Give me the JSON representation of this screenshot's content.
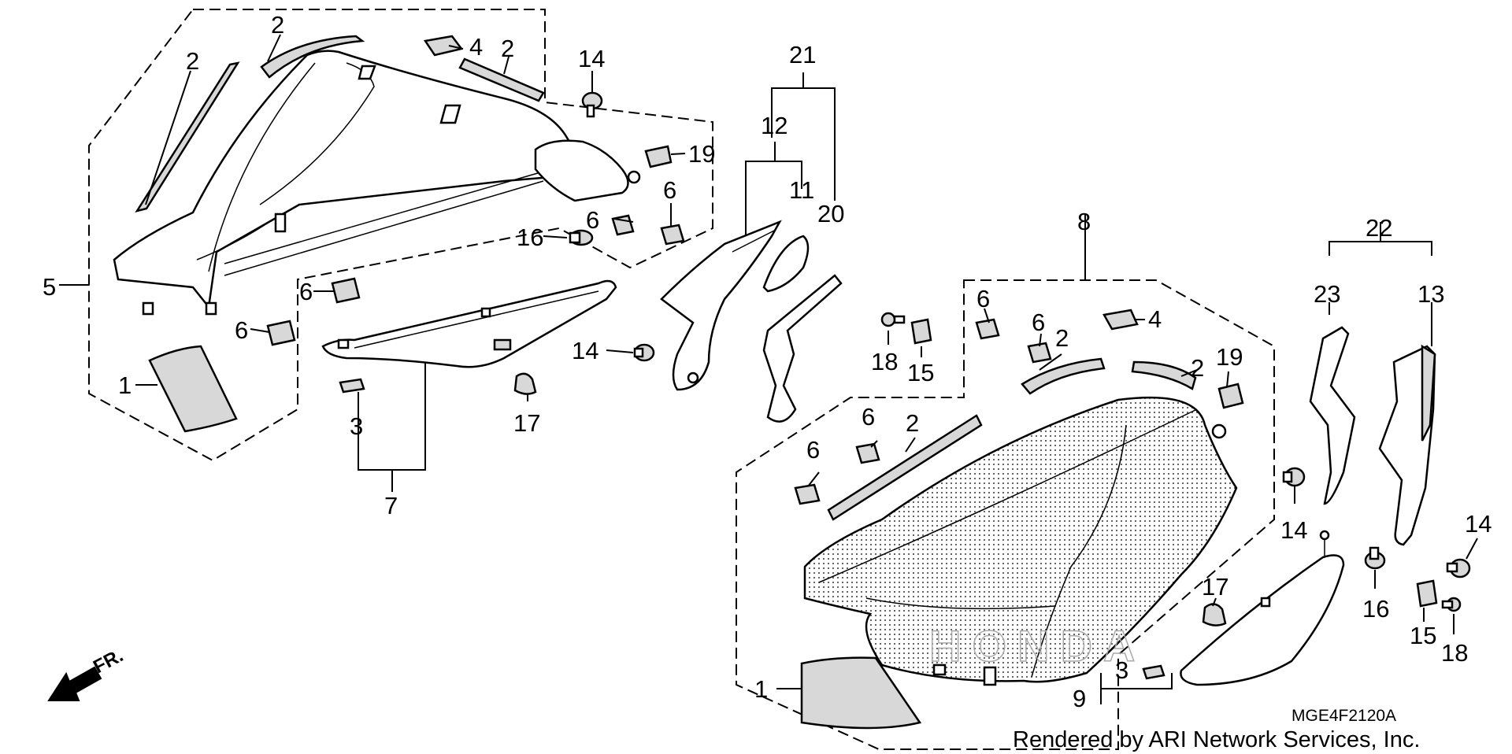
{
  "callouts": {
    "c5": "5",
    "c1a": "1",
    "c2a": "2",
    "c2b": "2",
    "c4a": "4",
    "c2c": "2",
    "c14a": "14",
    "c19a": "19",
    "c6a": "6",
    "c6b": "6",
    "c6c": "6",
    "c6d": "6",
    "c16a": "16",
    "c14b": "14",
    "c17a": "17",
    "c3a": "3",
    "c7": "7",
    "c21": "21",
    "c12": "12",
    "c11": "11",
    "c20": "20",
    "c8": "8",
    "c6e": "6",
    "c6f": "6",
    "c2d": "2",
    "c4b": "4",
    "c2e": "2",
    "c19b": "19",
    "c18a": "18",
    "c15a": "15",
    "c6g": "6",
    "c6h": "6",
    "c2f": "2",
    "c1b": "1",
    "c9": "9",
    "c3b": "3",
    "c17b": "17",
    "c22": "22",
    "c23": "23",
    "c13": "13",
    "c14c": "14",
    "c14d": "14",
    "c16b": "16",
    "c15b": "15",
    "c18b": "18"
  },
  "front_arrow_label": "FR.",
  "diagram_code": "MGE4F2120A",
  "credit": "Rendered by ARI Network Services, Inc.",
  "watermark": "HONDA"
}
